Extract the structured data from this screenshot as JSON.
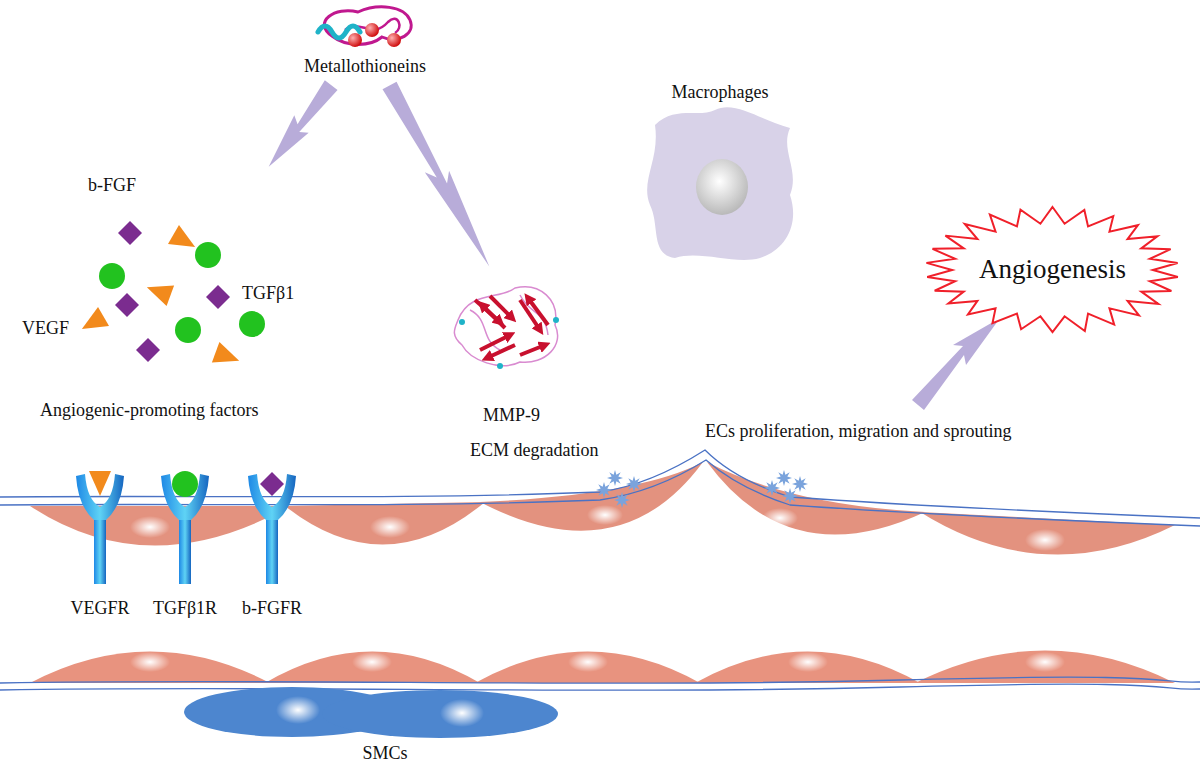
{
  "diagram": {
    "nodes": [
      {
        "text": [
          "Metallothioneins"
        ]
      },
      {
        "text": [
          "Macrophages"
        ]
      },
      {
        "text": [
          "Angiogenesis"
        ]
      },
      {
        "text": [
          "b-FGF",
          "TGFβ1",
          "VEGF",
          "Angiogenic-promoting factors"
        ]
      },
      {
        "text": [
          "MMP-9",
          "ECM degradation"
        ]
      },
      {
        "text": [
          "SMCs"
        ]
      }
    ],
    "edges": [
      {
        "from": 0,
        "to": 3,
        "arrow": "to"
      },
      {
        "from": 0,
        "to": 4,
        "arrow": "to"
      }
    ],
    "labels": [
      "VEGFR",
      "TGFβ1R",
      "b-FGFR",
      "ECs proliferation, migration and sprouting"
    ]
  }
}
